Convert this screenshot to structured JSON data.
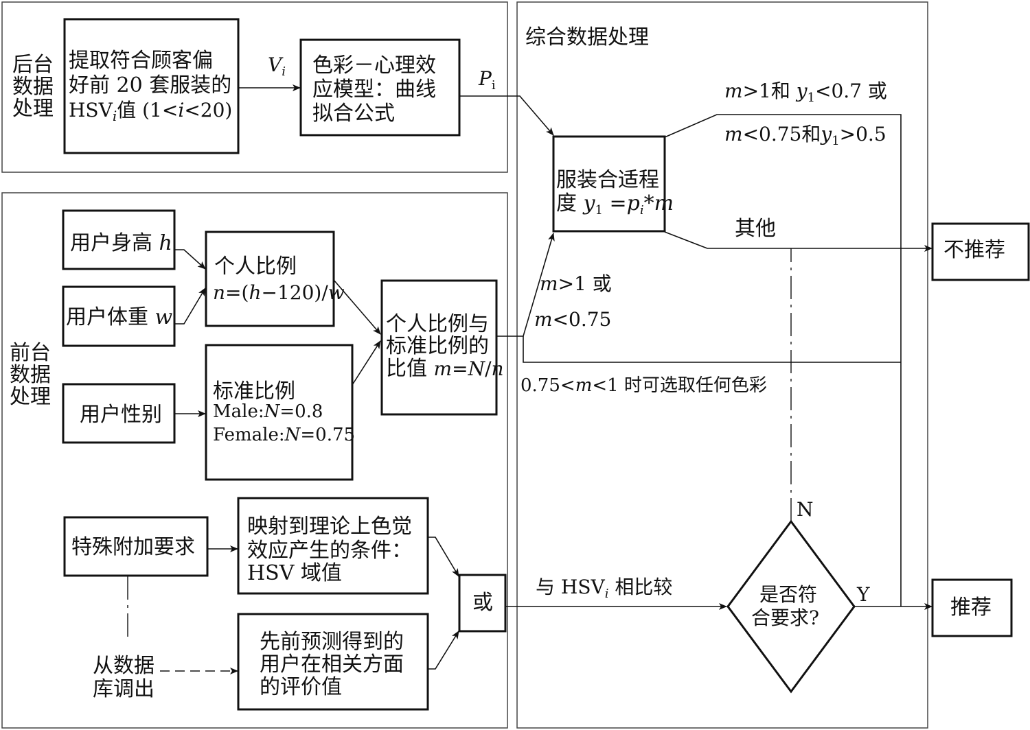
{
  "regions": {
    "backend": [
      "后台",
      "数据",
      "处理"
    ],
    "frontend": [
      "前台",
      "数据",
      "处理"
    ],
    "integrated": "综合数据处理"
  },
  "nodes": {
    "extract": [
      "提取符合顾客偏",
      "好前 20 套服装的"
    ],
    "extract_hsv": {
      "a": "HSV",
      "i": "i",
      "b": "值 (1<",
      "c": "<20)"
    },
    "color_model": [
      "色彩－心理效",
      "应模型：曲线",
      "拟合公式"
    ],
    "fitness": {
      "line1": "服装合适程",
      "line2a": "度 ",
      "y": "y",
      "sub1": "1",
      "eq": " =",
      "p": "p",
      "sub_i": "i",
      "star": "*",
      "m": "m"
    },
    "height": {
      "text": "用户身高 ",
      "var": "h"
    },
    "weight": {
      "text": "用户体重 ",
      "var": "w"
    },
    "gender": "用户性别",
    "personal_ratio": {
      "title": "个人比例",
      "formula_n": "n",
      "formula_a": "=(",
      "formula_h": "h",
      "formula_b": "−120)/",
      "formula_w": "w"
    },
    "standard_ratio": {
      "title": "标准比例",
      "male_a": "Male:",
      "male_n": "N",
      "male_b": "=0.8",
      "female_a": "Female:",
      "female_n": "N",
      "female_b": "=0.75"
    },
    "ratio_compare": {
      "line1": "个人比例与",
      "line2": "标准比例的",
      "line3": "比值 ",
      "m": "m",
      "eq": "=",
      "N": "N",
      "slash": "/",
      "n": "n"
    },
    "special": "特殊附加要求",
    "mapping": [
      "映射到理论上色觉",
      "效应产生的条件：",
      "HSV 域值"
    ],
    "prior": [
      "先前预测得到的",
      "用户在相关方面",
      "的评价值"
    ],
    "or_node": "或",
    "from_db": [
      "从数据",
      "库调出"
    ],
    "decision": [
      "是否符",
      "合要求?"
    ],
    "not_recommend": "不推荐",
    "recommend": "推荐"
  },
  "labels": {
    "vi": {
      "v": "V",
      "i": "i"
    },
    "pi": {
      "p": "P",
      "i": "i"
    },
    "cond1": {
      "m": "m",
      "a": ">1和 ",
      "y": "y",
      "s": "1",
      "b": "<0.7 或"
    },
    "cond2": {
      "m": "m",
      "a": "<0.75和",
      "y": "y",
      "s": "1",
      "b": ">0.5"
    },
    "other": "其他",
    "m_gt1": {
      "m": "m",
      "a": ">1 或"
    },
    "m_lt": {
      "m": "m",
      "a": "<0.75"
    },
    "any_color": {
      "a": "0.75<",
      "m": "m",
      "b": "<1 时可选取任何色彩"
    },
    "compare_hsv": {
      "a": "与 HSV",
      "i": "i",
      "b": " 相比较"
    },
    "N": "N",
    "Y": "Y"
  }
}
